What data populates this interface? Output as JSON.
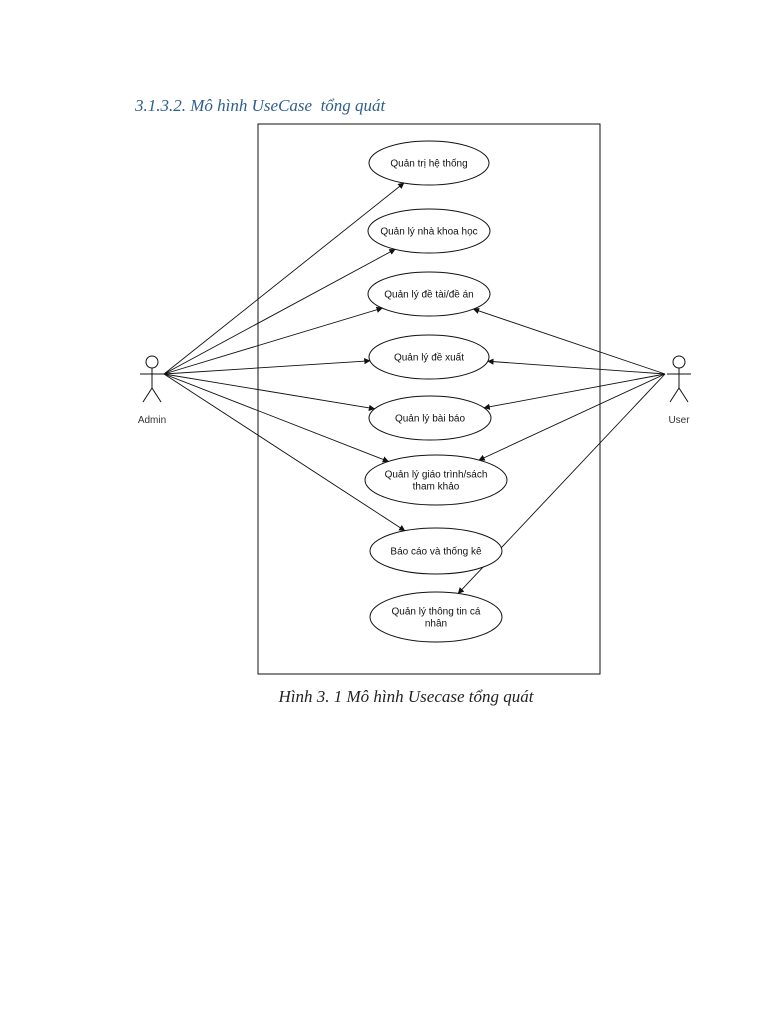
{
  "heading": "3.1.3.2. Mô hình UseCase  tổng quát",
  "caption": "Hình 3. 1 Mô hình Usecase tổng quát",
  "actors": {
    "admin": "Admin",
    "user": "User"
  },
  "use_cases": [
    {
      "id": "quan-tri-he-thong",
      "lines": [
        "Quản trị hệ thống"
      ]
    },
    {
      "id": "quan-ly-nha-khoa-hoc",
      "lines": [
        "Quản lý nhà khoa học"
      ]
    },
    {
      "id": "quan-ly-de-tai",
      "lines": [
        "Quản lý đề tài/đề án"
      ]
    },
    {
      "id": "quan-ly-de-xuat",
      "lines": [
        "Quản lý đề xuất"
      ]
    },
    {
      "id": "quan-ly-bai-bao",
      "lines": [
        "Quản lý bài báo"
      ]
    },
    {
      "id": "quan-ly-giao-trinh",
      "lines": [
        "Quản lý giáo trình/sách",
        "tham khảo"
      ]
    },
    {
      "id": "bao-cao-thong-ke",
      "lines": [
        "Báo cáo và thống kê"
      ]
    },
    {
      "id": "quan-ly-thong-tin",
      "lines": [
        "Quản lý thông tin cá",
        "nhân"
      ]
    }
  ],
  "associations": {
    "admin": [
      "quan-tri-he-thong",
      "quan-ly-nha-khoa-hoc",
      "quan-ly-de-tai",
      "quan-ly-de-xuat",
      "quan-ly-bai-bao",
      "quan-ly-giao-trinh",
      "bao-cao-thong-ke"
    ],
    "user": [
      "quan-ly-de-tai",
      "quan-ly-de-xuat",
      "quan-ly-bai-bao",
      "quan-ly-giao-trinh",
      "quan-ly-thong-tin"
    ]
  }
}
